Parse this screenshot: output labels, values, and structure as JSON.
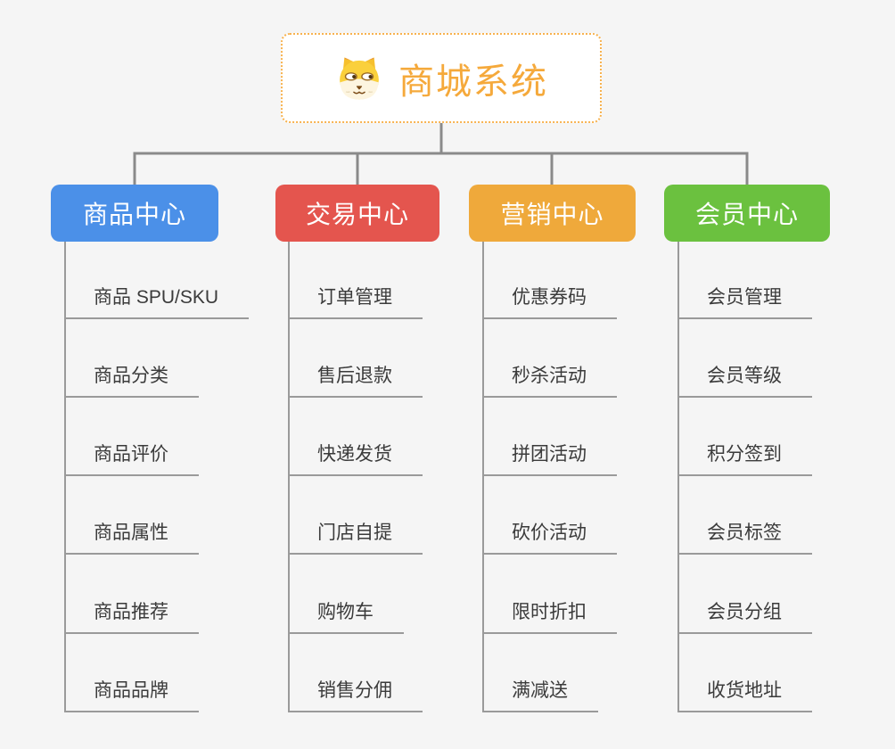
{
  "canvas": {
    "background": "#f5f5f5"
  },
  "root": {
    "title": "商城系统",
    "icon": "dog-icon",
    "text_color": "#f5a93b",
    "border_color": "#f7b24f",
    "fill": "#ffffff"
  },
  "colors": {
    "connector_gray": "#8a8a8a",
    "underline_gray": "#9a9a9a",
    "item_text": "#3b3b3b"
  },
  "branches": [
    {
      "label": "商品中心",
      "color": "#4b90e8",
      "items": [
        "商品 SPU/SKU",
        "商品分类",
        "商品评价",
        "商品属性",
        "商品推荐",
        "商品品牌"
      ]
    },
    {
      "label": "交易中心",
      "color": "#e4554e",
      "items": [
        "订单管理",
        "售后退款",
        "快递发货",
        "门店自提",
        "购物车",
        "销售分佣"
      ]
    },
    {
      "label": "营销中心",
      "color": "#efa93b",
      "items": [
        "优惠券码",
        "秒杀活动",
        "拼团活动",
        "砍价活动",
        "限时折扣",
        "满减送"
      ]
    },
    {
      "label": "会员中心",
      "color": "#6bc13f",
      "items": [
        "会员管理",
        "会员等级",
        "积分签到",
        "会员标签",
        "会员分组",
        "收货地址"
      ]
    }
  ]
}
